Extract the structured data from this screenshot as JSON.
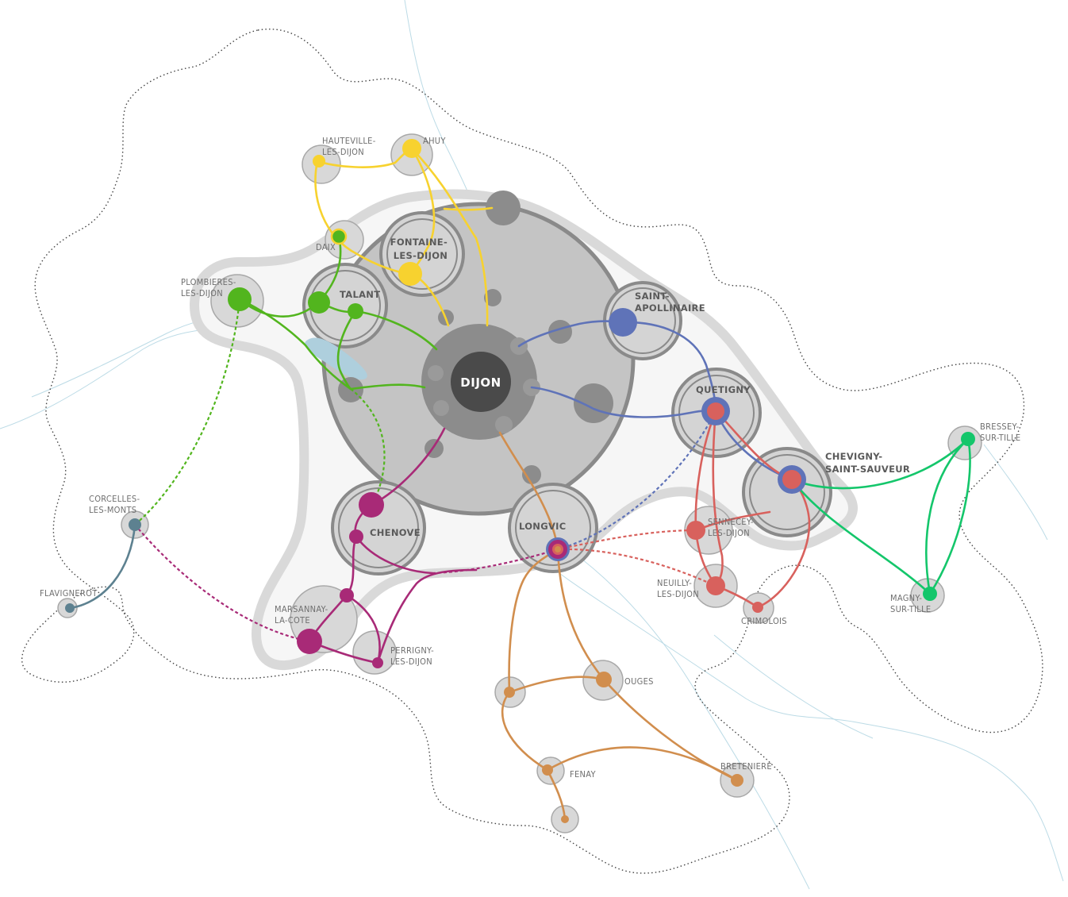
{
  "colors": {
    "yellow": "#f7d22f",
    "green": "#52b51e",
    "blue": "#5f73b8",
    "red": "#d8615d",
    "teal": "#5d8190",
    "magenta": "#a82a77",
    "orange": "#d18e4e",
    "bright_green": "#14c66b",
    "grey_dark": "#4a4a4a",
    "grey_hub": "#8c8c8c"
  },
  "labels": {
    "dijon": "DIJON",
    "fontaine": [
      "FONTAINE-",
      "LES-DIJON"
    ],
    "talant": "TALANT",
    "saint_apollinaire": [
      "SAINT-",
      "APOLLINAIRE"
    ],
    "quetigny": "QUETIGNY",
    "chevigny": [
      "CHEVIGNY-",
      "SAINT-SAUVEUR"
    ],
    "longvic": "LONGVIC",
    "chenove": "CHENOVE",
    "hauteville": [
      "HAUTEVILLE-",
      "LES-DIJON"
    ],
    "ahuy": "AHUY",
    "daix": "DAIX",
    "plombieres": [
      "PLOMBIERES-",
      "LES-DIJON"
    ],
    "corcelles": [
      "CORCELLES-",
      "LES-MONTS"
    ],
    "flavignerot": "FLAVIGNEROT",
    "marsannay": [
      "MARSANNAY-",
      "LA-COTE"
    ],
    "perrigny": [
      "PERRIGNY-",
      "LES-DIJON"
    ],
    "sennecey": [
      "SENNECEY-",
      "LES-DIJON"
    ],
    "neuilly": [
      "NEUILLY-",
      "LES-DIJON"
    ],
    "crimolois": "CRIMOLOIS",
    "bressey": [
      "BRESSEY-",
      "SUR-TILLE"
    ],
    "magny": [
      "MAGNY-",
      "SUR-TILLE"
    ],
    "ouges": "OUGES",
    "fenay": "FENAY",
    "bretenière": "BRETENIERE"
  }
}
